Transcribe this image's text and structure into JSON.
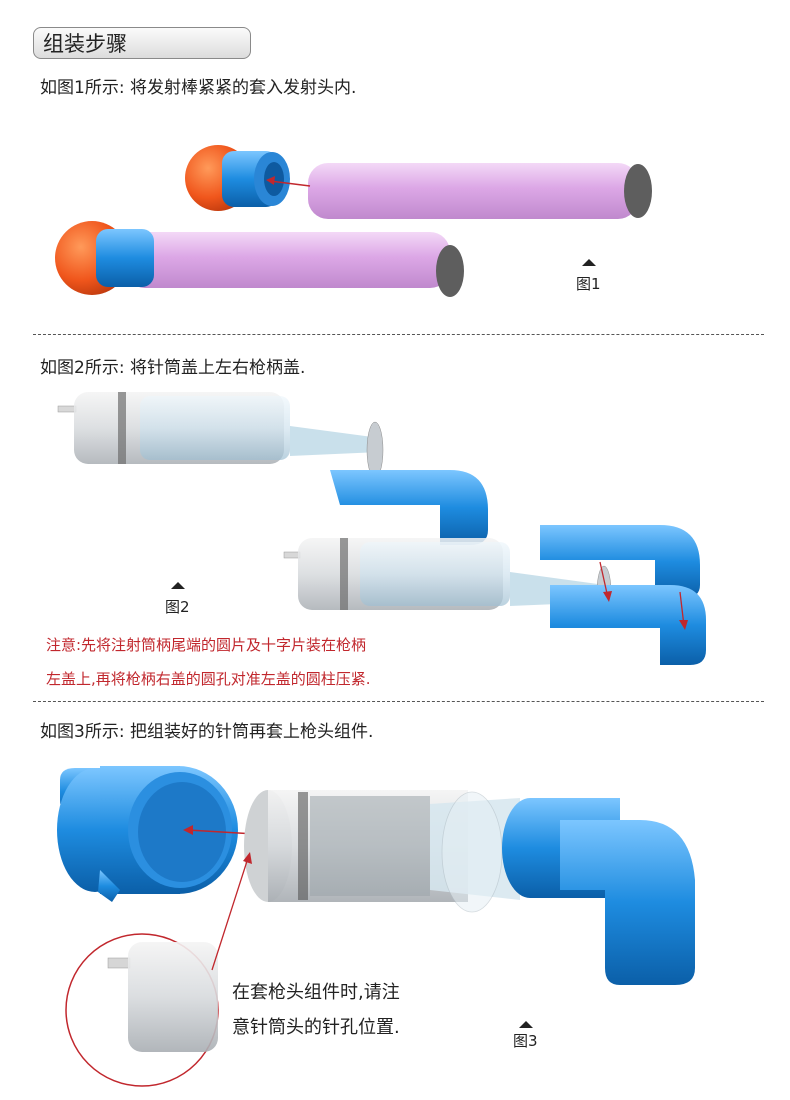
{
  "header": {
    "title": "组装步骤"
  },
  "steps": [
    {
      "text": "如图1所示: 将发射棒紧紧的套入发射头内.",
      "figure_label": "图1"
    },
    {
      "text": "如图2所示: 将针筒盖上左右枪柄盖.",
      "figure_label": "图2",
      "note_lines": [
        "注意:先将注射筒柄尾端的圆片及十字片装在枪柄",
        "左盖上,再将枪柄右盖的圆孔对准左盖的圆柱压紧."
      ]
    },
    {
      "text": "如图3所示: 把组装好的针筒再套上枪头组件.",
      "figure_label": "图3",
      "callout_lines": [
        "在套枪头组件时,请注",
        "意针筒头的针孔位置."
      ]
    }
  ],
  "colors": {
    "blue": "#1e8ce0",
    "orange": "#f0561c",
    "pink": "#dba4e6",
    "red": "#c1272d",
    "grey": "#6b6b6b"
  }
}
